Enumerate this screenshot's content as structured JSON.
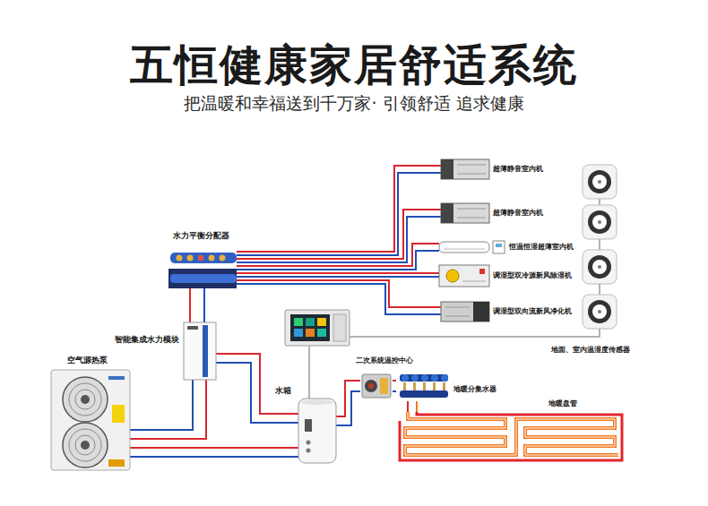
{
  "diagram": {
    "title": "五恒健康家居舒适系统",
    "nodes": [
      {
        "text": [
          "水力平衡分配器"
        ]
      },
      {
        "text": [
          "超薄静音室内机"
        ]
      },
      {
        "text": [
          "超薄静音室内机"
        ]
      },
      {
        "text": [
          "恒温恒湿超薄室内机"
        ]
      },
      {
        "text": [
          "调湿型双冷源新风除湿机"
        ]
      },
      {
        "text": [
          "调湿型双向流新风净化机"
        ]
      },
      {
        "text": [
          "地面、室内温湿度传感器"
        ]
      },
      {
        "text": [
          "智能集成水力模块"
        ]
      },
      {
        "text": [
          "二次系统温控中心"
        ]
      },
      {
        "text": [
          "空气源热泵"
        ]
      },
      {
        "text": [
          "水箱"
        ]
      },
      {
        "text": [
          "地暖分集水器"
        ]
      },
      {
        "text": [
          "地暖盘管"
        ]
      }
    ],
    "edges": [
      {
        "from": 9,
        "to": 7,
        "arrow": "none"
      },
      {
        "from": 7,
        "to": 0,
        "arrow": "none"
      },
      {
        "from": 0,
        "to": 1,
        "arrow": "none"
      },
      {
        "from": 0,
        "to": 2,
        "arrow": "none"
      },
      {
        "from": 0,
        "to": 3,
        "arrow": "none"
      },
      {
        "from": 0,
        "to": 4,
        "arrow": "none"
      },
      {
        "from": 0,
        "to": 5,
        "arrow": "none"
      },
      {
        "from": 9,
        "to": 10,
        "arrow": "none"
      },
      {
        "from": 7,
        "to": 10,
        "arrow": "none"
      },
      {
        "from": 10,
        "to": 8,
        "arrow": "none"
      },
      {
        "from": 8,
        "to": 11,
        "arrow": "none"
      },
      {
        "from": 11,
        "to": 12,
        "arrow": "none"
      }
    ],
    "labels": [
      "把温暖和幸福送到千万家· 引领舒适 追求健康"
    ]
  }
}
